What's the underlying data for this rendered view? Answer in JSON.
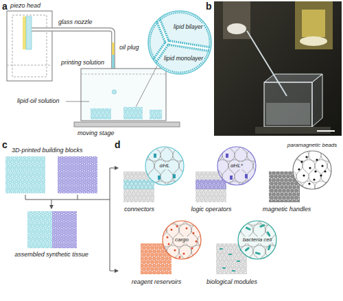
{
  "diagram": {
    "labels": [
      "a",
      "piezo head",
      "glass nozzle",
      "oil plug",
      "lipid bilayer",
      "printing solution",
      "lipid monolayer",
      "lipid-oil solution",
      "moving stage",
      "b",
      "c",
      "3D-printed building blocks",
      "assembled synthetic tissue",
      "d",
      "αHL",
      "connectors",
      "αHL*",
      "logic operators",
      "paramagnetic beads",
      "magnetic handles",
      "cargo",
      "reagent reservoirs",
      "bacteria cell",
      "biological modules"
    ]
  }
}
